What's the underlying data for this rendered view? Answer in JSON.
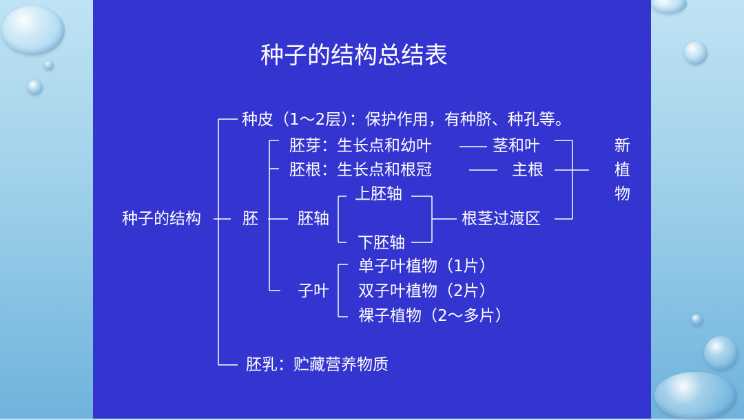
{
  "title": "种子的结构总结表",
  "root": "种子的结构",
  "seed_coat": "种皮（1～2层）：保护作用，有种脐、种孔等。",
  "embryo": "胚",
  "plumule": "胚芽：生长点和幼叶",
  "plumule_result": "茎和叶",
  "radicle": "胚根：生长点和根冠",
  "radicle_result": "主根",
  "axis": "胚轴",
  "epicotyl": "上胚轴",
  "hypocotyl": "下胚轴",
  "transition": "根茎过渡区",
  "new_plant": [
    "新",
    "植",
    "物"
  ],
  "cotyledon": "子叶",
  "monocot": "单子叶植物（1片）",
  "dicot": "双子叶植物（2片）",
  "gymnosperm": "裸子植物（2～多片）",
  "endosperm": "胚乳：贮藏营养物质"
}
